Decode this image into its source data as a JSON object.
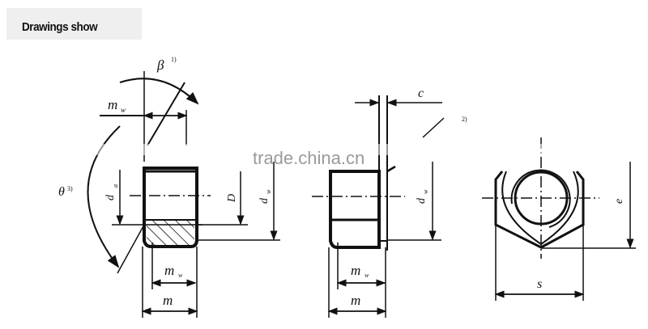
{
  "header": {
    "title": "Drawings show"
  },
  "watermark": {
    "text": "trade.china.cn"
  },
  "diagram": {
    "subject": "hex nut with flange / chamfer dimensions",
    "views": [
      {
        "name": "section-view",
        "labels": {
          "beta": "β",
          "beta_note": "1)",
          "theta": "θ",
          "theta_note": "3)",
          "m_w_top": "m",
          "m_w_top_sub": "w",
          "d_a": "d",
          "d_a_sub": "a",
          "D": "D",
          "d_w": "d",
          "d_w_sub": "w",
          "m_w_bottom": "m",
          "m_w_bottom_sub": "w",
          "m": "m"
        }
      },
      {
        "name": "side-view",
        "labels": {
          "c": "c",
          "note": "2)",
          "d_w": "d",
          "d_w_sub": "w",
          "m_w": "m",
          "m_w_sub": "w",
          "m": "m"
        }
      },
      {
        "name": "top-view",
        "labels": {
          "e": "e",
          "s": "s"
        }
      }
    ]
  },
  "colors": {
    "line": "#111111",
    "header_bg": "#efefef",
    "watermark": "#9a9a9a"
  }
}
